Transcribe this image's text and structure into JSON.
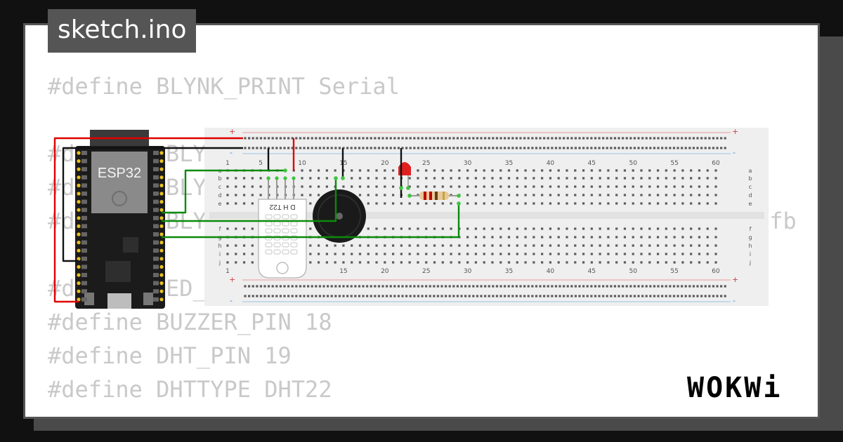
{
  "tab": {
    "filename": "sketch.ino"
  },
  "code": {
    "line1": "#define BLYNK_PRINT Serial",
    "line2_prefix": "#d",
    "line2_suffix": "BLYN",
    "line3_prefix": "#d",
    "line3_suffix": "BLYN",
    "line4_prefix": "#d",
    "line4_suffix": "BLYN",
    "line4_tail": "qfb",
    "line6_prefix": "#d",
    "line6_suffix": "ED_",
    "line7": "#define BUZZER_PIN 18",
    "line8": "#define DHT_PIN 19",
    "line9": "#define DHTTYPE DHT22"
  },
  "board": {
    "label": "ESP32"
  },
  "sensor": {
    "label": "D H T22"
  },
  "breadboard": {
    "col_labels_top": [
      "1",
      "5",
      "10",
      "15",
      "20",
      "25",
      "30",
      "35",
      "40",
      "45",
      "50",
      "55",
      "60"
    ],
    "col_labels_bottom": [
      "1",
      "15",
      "20",
      "25",
      "30",
      "35",
      "40",
      "45",
      "50",
      "55",
      "60"
    ],
    "row_labels_top": [
      "a",
      "b",
      "c",
      "d",
      "e"
    ],
    "row_labels_bottom": [
      "f",
      "g",
      "h",
      "i",
      "j"
    ],
    "rail_plus": "+",
    "rail_minus": "-"
  },
  "brand": {
    "logo": "WOKWi"
  },
  "colors": {
    "wire_red": "#e00000",
    "wire_black": "#111111",
    "wire_green": "#0a8a0a",
    "board": "#1b1b1b",
    "breadboard": "#efefef",
    "tab_bg": "#555555"
  }
}
